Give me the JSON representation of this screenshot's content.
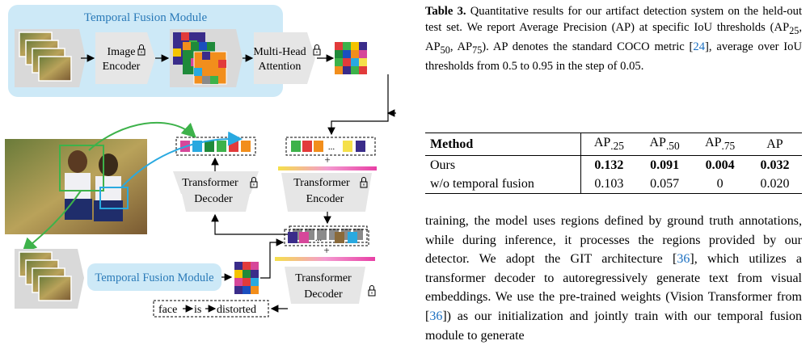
{
  "figure": {
    "top_module_title": "Temporal Fusion Module",
    "image_encoder": [
      "Image",
      "Encoder"
    ],
    "mha": [
      "Multi-Head",
      "Attention"
    ],
    "transformer_decoder": [
      "Transformer",
      "Decoder"
    ],
    "transformer_encoder": [
      "Transformer",
      "Encoder"
    ],
    "bottom_module_title": "Temporal Fusion Module",
    "bottom_decoder": [
      "Transformer",
      "Decoder"
    ],
    "plus": "+",
    "dots": "...",
    "output_tokens": [
      "face",
      "is",
      "distorted"
    ],
    "colors": {
      "module_bg": "#cde9f7",
      "module_title": "#2a7ab8",
      "green_arrow": "#3db24a",
      "blue_arrow": "#29a9e0",
      "block_gray": "#e6e6e6"
    },
    "icons": [
      "lock-icon"
    ]
  },
  "caption": {
    "label": "Table 3.",
    "text_1": " Quantitative results for our artifact detection system on the held-out test set. We report Average Precision (AP) at specific IoU thresholds (AP",
    "sub_25": "25",
    "text_2": ", AP",
    "sub_50": "50",
    "text_3": ", AP",
    "sub_75": "75",
    "text_4": "). AP denotes the standard COCO metric [",
    "cite": "24",
    "text_5": "], average over IoU thresholds from 0.5 to 0.95 in the step of 0.05."
  },
  "table": {
    "headers": [
      "Method",
      "AP",
      "AP",
      "AP",
      "AP"
    ],
    "header_subs": [
      "",
      ".25",
      ".50",
      ".75",
      ""
    ],
    "rows": [
      [
        "Ours",
        "0.132",
        "0.091",
        "0.004",
        "0.032"
      ],
      [
        "w/o temporal fusion",
        "0.103",
        "0.057",
        "0",
        "0.020"
      ]
    ]
  },
  "body": {
    "t1": "training, the model uses regions defined by ground truth annotations, while during inference, it processes the regions provided by our detector. We adopt the GIT architecture [",
    "c1": "36",
    "t2": "], which utilizes a transformer decoder to autoregressively generate text from visual embeddings. We use the pre-trained weights (Vision Transformer from [",
    "c2": "36",
    "t3": "]) as our initialization and jointly train with our temporal fusion module to generate"
  }
}
